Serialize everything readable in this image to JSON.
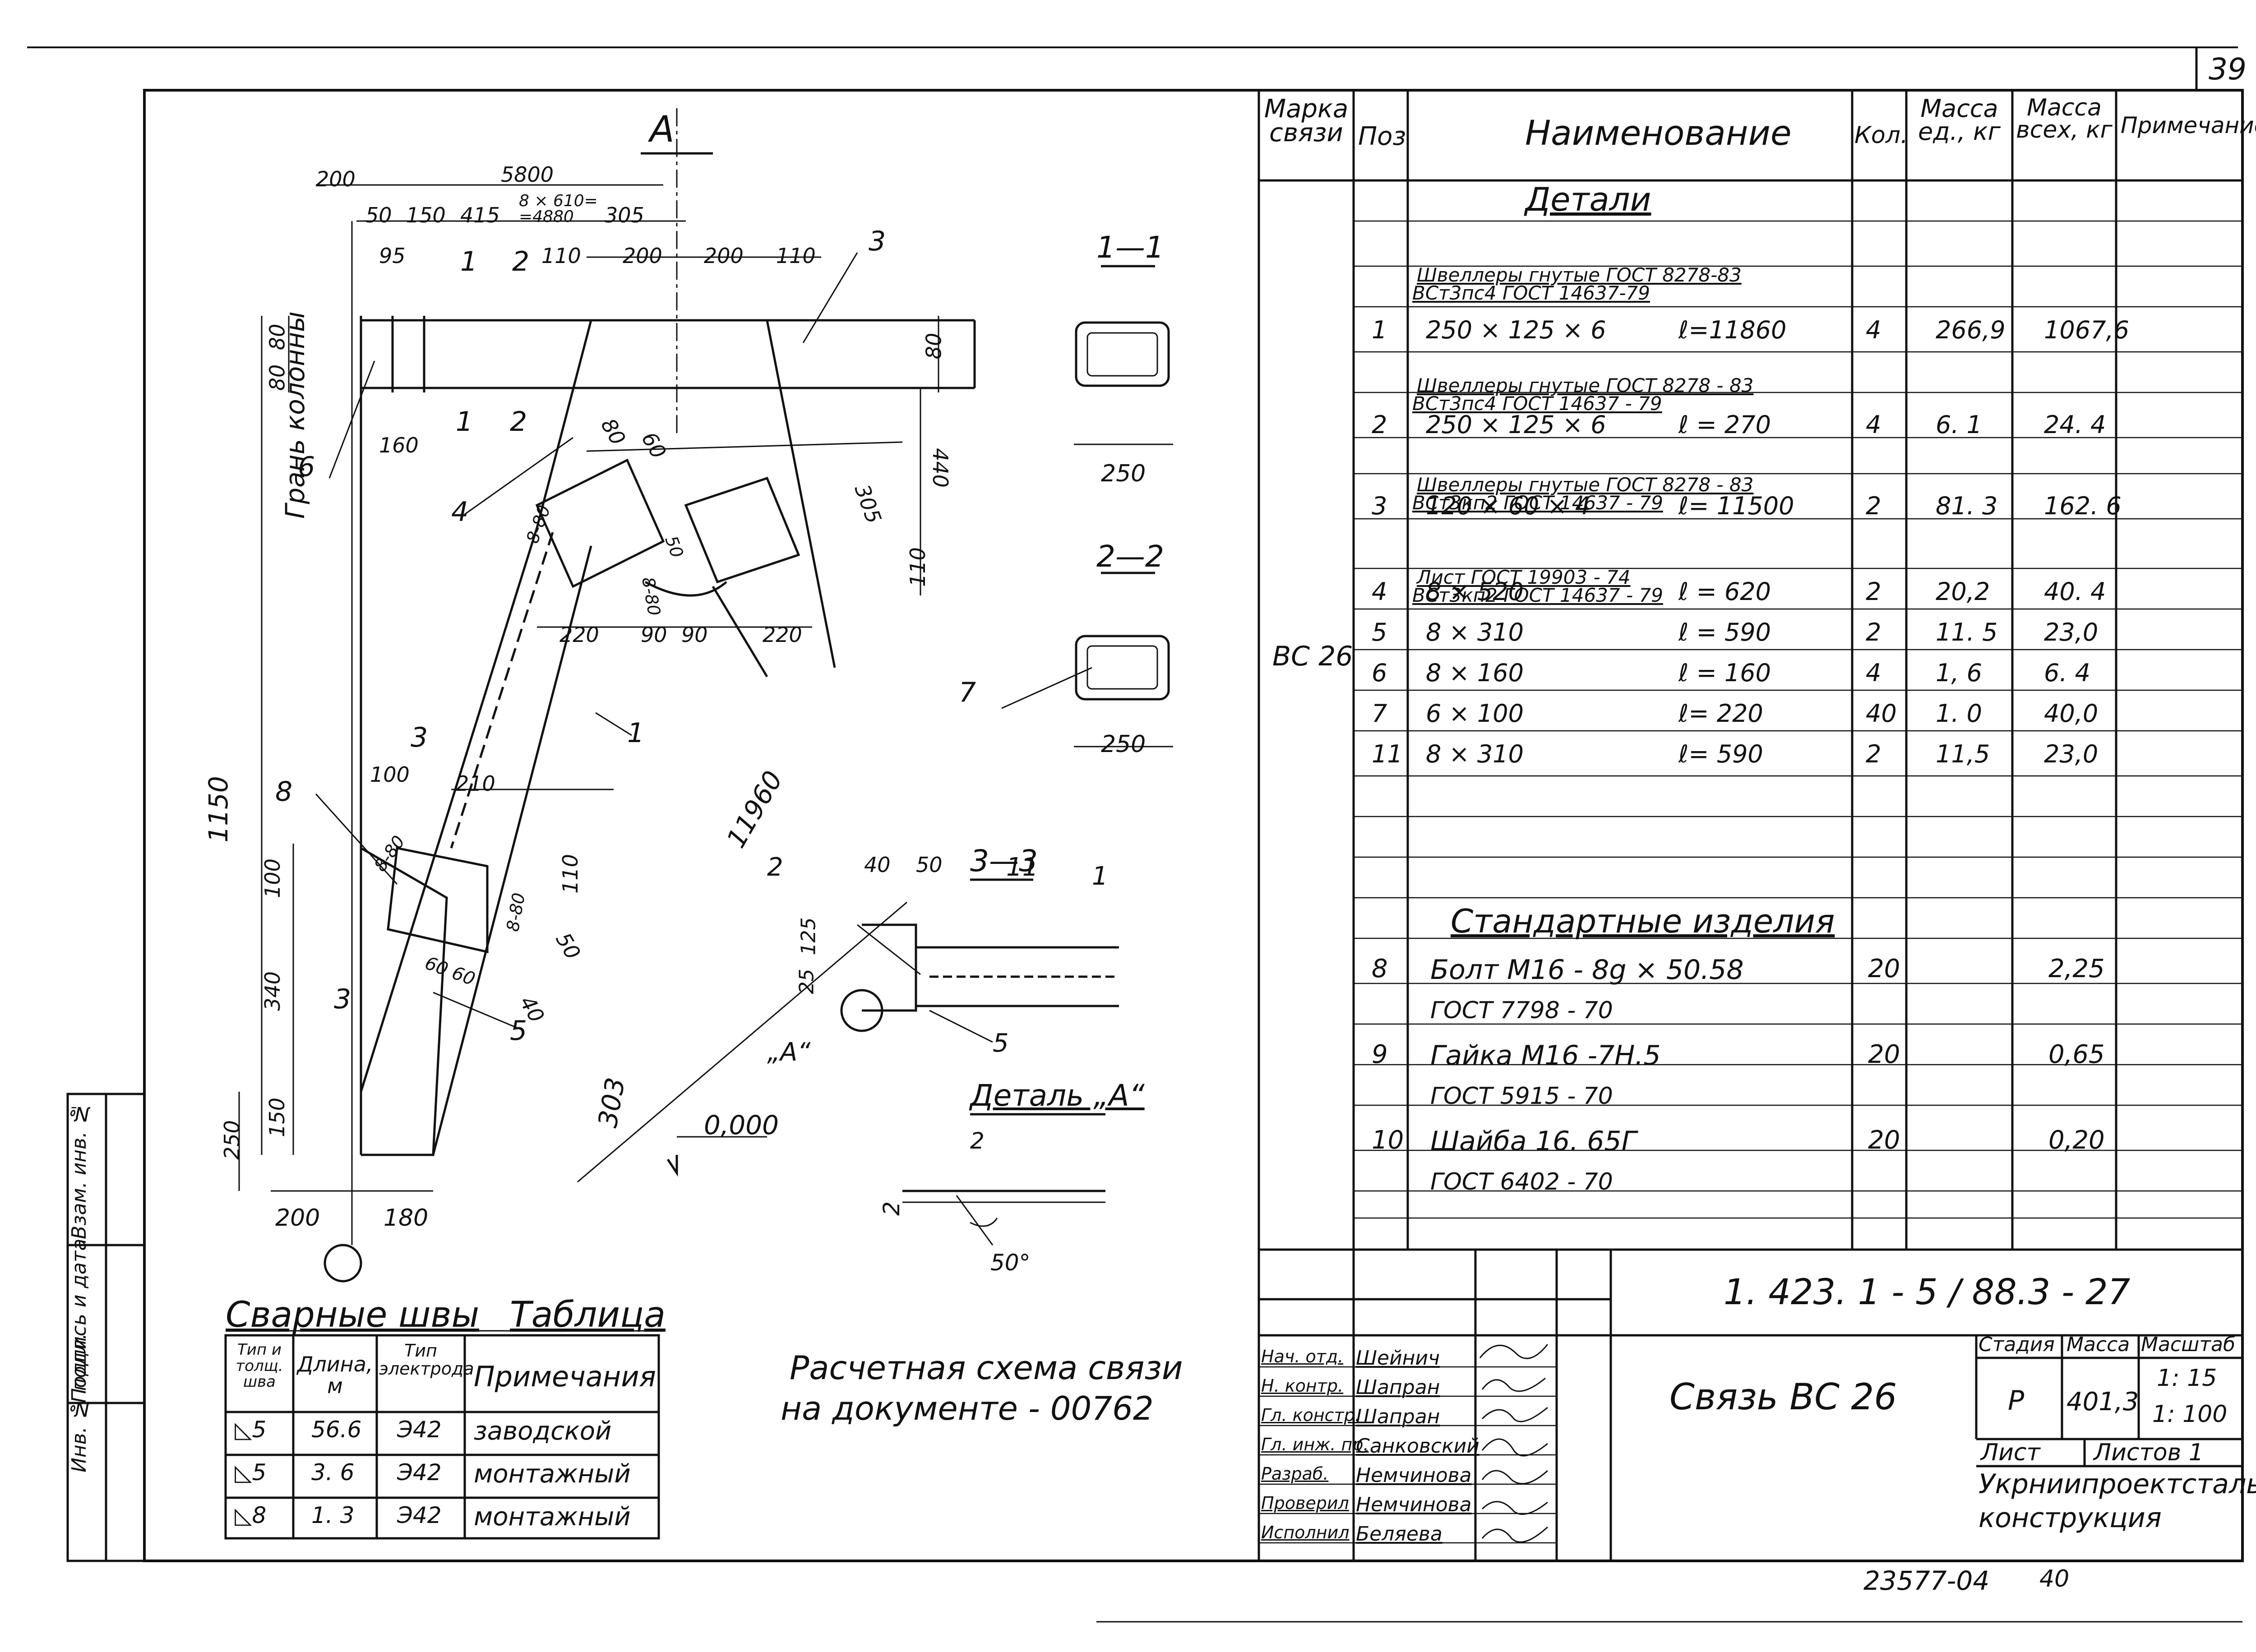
{
  "sheet": {
    "page_number": "39",
    "under_stamp": "23577-04",
    "under_stamp_sheet": "40"
  },
  "drawing": {
    "axis_mark": "А",
    "column_face_label": "Грань колонны",
    "zero_level": "0,000",
    "dims": {
      "d200a": "200",
      "d5800": "5800",
      "d50": "50",
      "d150": "150",
      "d415": "415",
      "d8x610": "8 × 610=",
      "d4880": "=4880",
      "d305a": "305",
      "d95": "95",
      "d110a": "110",
      "d200b": "200",
      "d200c": "200",
      "d110b": "110",
      "d80a": "80",
      "d80b": "80",
      "d80c": "80",
      "d160": "160",
      "d80d": "80",
      "d60": "60",
      "d440": "440",
      "d305b": "305",
      "d110c": "110",
      "d8_80a": "8-80",
      "d8_80b": "8-80",
      "d50a": "50",
      "d220a": "220",
      "d90a": "90",
      "d90b": "90",
      "d220b": "220",
      "d1150": "1150",
      "d100a": "100",
      "d210": "210",
      "d11960": "11960",
      "d100b": "100",
      "d8_80c": "8-80",
      "d8_80d": "8-80",
      "d110d": "110",
      "d340": "340",
      "d6060": "60 60",
      "d50b": "50",
      "d40": "40",
      "d150b": "150",
      "d250": "250",
      "d303": "303",
      "d200d": "200",
      "d180": "180"
    },
    "callouts": {
      "c1": "1",
      "c2": "2",
      "c3": "3",
      "c4": "4",
      "c5": "5",
      "c6": "6",
      "c8": "8",
      "cut1": "1",
      "cut2": "2",
      "cut3": "3",
      "cut1b": "1",
      "cut2b": "2",
      "cut3b": "3"
    },
    "section_1_1": {
      "title": "1—1",
      "width": "250"
    },
    "section_2_2": {
      "title": "2—2",
      "width": "250",
      "callout": "7"
    },
    "section_3_3": {
      "title": "3—3",
      "d40": "40",
      "d50": "50",
      "callout11": "11",
      "callout1": "1",
      "callout2": "2",
      "d125": "125",
      "d25": "25",
      "callout5": "5",
      "detail_ref": "„А“"
    },
    "detail_a": {
      "title": "Деталь „А“",
      "d2a": "2",
      "d2b": "2",
      "angle": "50°"
    },
    "calc_note_line1": "Расчетная схема связи",
    "calc_note_line2": "на документе  - 00762"
  },
  "welds": {
    "title_left": "Сварные швы",
    "title_right": "Таблица",
    "headers": [
      "Тип и толщ. шва",
      "Длина, м",
      "Тип электрода",
      "Примечания"
    ],
    "rows": [
      {
        "type": "◺5",
        "length": "56.6",
        "electrode": "Э42",
        "note": "заводской"
      },
      {
        "type": "◺5",
        "length": "3. 6",
        "electrode": "Э42",
        "note": "монтажный"
      },
      {
        "type": "◺8",
        "length": "1. 3",
        "electrode": "Э42",
        "note": "монтажный"
      }
    ]
  },
  "side_stamp": [
    "Инв. № подл.",
    "Подпись и дата",
    "Взам. инв. №"
  ],
  "spec": {
    "headers": {
      "mark": "Марка связи",
      "pos": "Поз",
      "name": "Наименование",
      "qty": "Кол.",
      "mass_unit": "Масса ед., кг",
      "mass_all": "Масса всех, кг",
      "note": "Примечание"
    },
    "mark": "ВС 26",
    "details_heading": "Детали",
    "standard_heading": "Стандартные изделия",
    "rows": [
      {
        "type": "sub",
        "name": "Швеллеры гнутые ГОСТ 8278-83",
        "name2": "ВСт3пс4    ГОСТ 14637-79"
      },
      {
        "type": "item",
        "pos": "1",
        "name": "250 × 125 × 6",
        "len": "ℓ=11860",
        "qty": "4",
        "mu": "266,9",
        "ma": "1067,6"
      },
      {
        "type": "sub",
        "name": "Швеллеры гнутые ГОСТ 8278 - 83",
        "name2": "ВСт3пс4    ГОСТ 14637 - 79"
      },
      {
        "type": "item",
        "pos": "2",
        "name": "250 × 125 × 6",
        "len": "ℓ = 270",
        "qty": "4",
        "mu": "6. 1",
        "ma": "24. 4"
      },
      {
        "type": "sub",
        "name": "Швеллеры гнутые ГОСТ 8278 - 83",
        "name2": "ВСт3кп2    ГОСТ 14637 - 79"
      },
      {
        "type": "item",
        "pos": "3",
        "name": "120 × 60 × 4",
        "len": "ℓ= 11500",
        "qty": "2",
        "mu": "81. 3",
        "ma": "162. 6"
      },
      {
        "type": "sub",
        "name": "Лист   ГОСТ 19903 - 74",
        "name2": "ВСт3кп2   ГОСТ 14637 - 79"
      },
      {
        "type": "item",
        "pos": "4",
        "name": "8 × 520",
        "len": "ℓ = 620",
        "qty": "2",
        "mu": "20,2",
        "ma": "40. 4"
      },
      {
        "type": "item",
        "pos": "5",
        "name": "8 × 310",
        "len": "ℓ = 590",
        "qty": "2",
        "mu": "11. 5",
        "ma": "23,0"
      },
      {
        "type": "item",
        "pos": "6",
        "name": "8 × 160",
        "len": "ℓ = 160",
        "qty": "4",
        "mu": "1, 6",
        "ma": "6. 4"
      },
      {
        "type": "item",
        "pos": "7",
        "name": "6 × 100",
        "len": "ℓ= 220",
        "qty": "40",
        "mu": "1. 0",
        "ma": "40,0"
      },
      {
        "type": "item",
        "pos": "11",
        "name": "8 × 310",
        "len": "ℓ= 590",
        "qty": "2",
        "mu": "11,5",
        "ma": "23,0"
      }
    ],
    "std_rows": [
      {
        "pos": "8",
        "name": "Болт  М16 - 8g × 50.58",
        "gost": "ГОСТ  7798 - 70",
        "qty": "20",
        "ma": "2,25"
      },
      {
        "pos": "9",
        "name": "Гайка   М16 -7Н.5",
        "gost": "ГОСТ   5915 - 70",
        "qty": "20",
        "ma": "0,65"
      },
      {
        "pos": "10",
        "name": "Шайба   16. 65Г",
        "gost": "ГОСТ   6402 - 70",
        "qty": "20",
        "ma": "0,20"
      }
    ]
  },
  "title_block": {
    "doc_number": "1. 423. 1 - 5 / 88.3 - 27",
    "title": "Связь  ВС 26",
    "stage_label": "Стадия",
    "mass_label": "Масса",
    "scale_label": "Масштаб",
    "stage": "Р",
    "mass": "401,3",
    "scale1": "1: 15",
    "scale2": "1: 100",
    "sheet_label": "Лист",
    "sheets_label": "Листов 1",
    "org_line1": "Укрниипроектсталь-",
    "org_line2": "конструкция",
    "people": [
      {
        "role": "Нач. отд.",
        "name": "Шейнич"
      },
      {
        "role": "Н. контр.",
        "name": "Шапран"
      },
      {
        "role": "Гл. констр.",
        "name": "Шапран"
      },
      {
        "role": "Гл. инж. пр.",
        "name": "Санковский"
      },
      {
        "role": "Разраб.",
        "name": "Немчинова"
      },
      {
        "role": "Проверил",
        "name": "Немчинова"
      },
      {
        "role": "Исполнил",
        "name": "Беляева"
      }
    ]
  }
}
